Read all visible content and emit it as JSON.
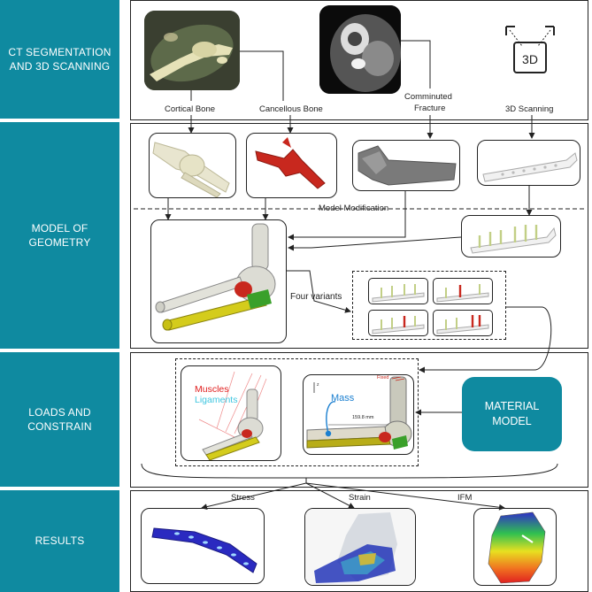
{
  "sections": [
    {
      "label_line1": "CT SEGMENTATION",
      "label_line2": "AND 3D SCANNING"
    },
    {
      "label_line1": "MODEL OF",
      "label_line2": "GEOMETRY"
    },
    {
      "label_line1": "LOADS AND",
      "label_line2": "CONSTRAIN"
    },
    {
      "label_line1": "RESULTS",
      "label_line2": ""
    }
  ],
  "labels": {
    "cortical": "Cortical Bone",
    "cancellous": "Cancellous Bone",
    "comminuted_line1": "Comminuted",
    "comminuted_line2": "Fracture",
    "scanning": "3D Scanning",
    "scanning_icon": "3D",
    "model_modification": "Model Modification",
    "four_variants": "Four variants",
    "muscles": "Muscles",
    "ligaments": "Ligaments",
    "mass": "Mass",
    "distance": "159.8 mm",
    "fixed": "Fixed",
    "stress": "Stress",
    "strain": "Strain",
    "ifm": "IFM"
  },
  "material_model": {
    "line1": "MATERIAL",
    "line2": "MODEL"
  },
  "colors": {
    "accent": "#0f8aa0",
    "bone_white": "#e8e5d8",
    "fracture_red": "#c8281e",
    "plate_yellow": "#d4cc1c",
    "ligament_cyan": "#3fc6e0",
    "muscle_red": "#e02020"
  }
}
